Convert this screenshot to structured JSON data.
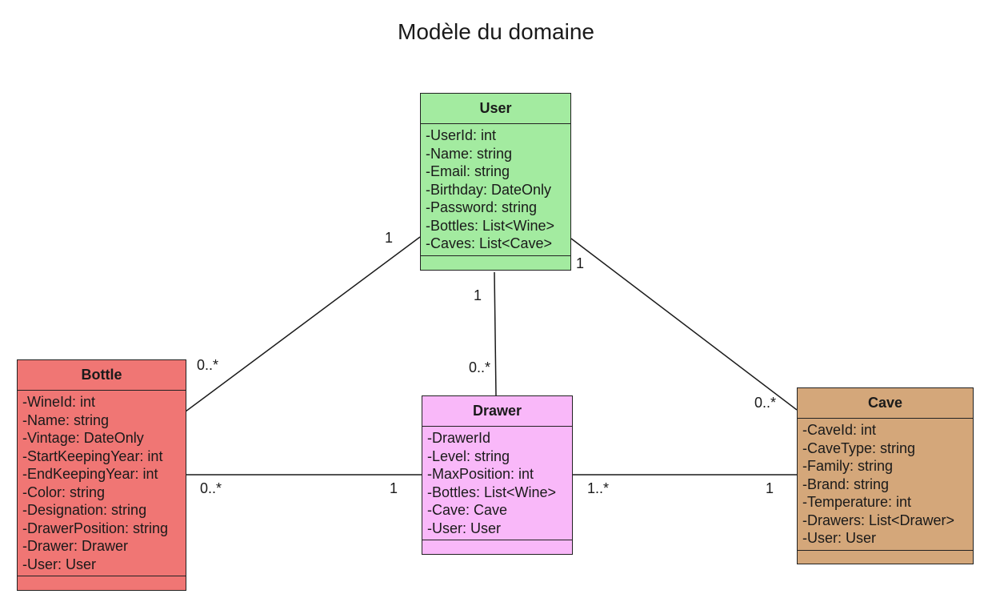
{
  "title": "Modèle du domaine",
  "colors": {
    "user": "#a3eba0",
    "bottle": "#f07674",
    "drawer": "#f9b8f9",
    "cave": "#d4a77a",
    "line": "#1a1a1a"
  },
  "classes": {
    "user": {
      "name": "User",
      "attributes": [
        "-UserId: int",
        "-Name: string",
        "-Email: string",
        "-Birthday: DateOnly",
        "-Password: string",
        "-Bottles: List<Wine>",
        "-Caves: List<Cave>"
      ]
    },
    "bottle": {
      "name": "Bottle",
      "attributes": [
        "-WineId: int",
        "-Name: string",
        "-Vintage: DateOnly",
        "-StartKeepingYear: int",
        "-EndKeepingYear: int",
        "-Color: string",
        "-Designation: string",
        "-DrawerPosition: string",
        "-Drawer: Drawer",
        "-User: User"
      ]
    },
    "drawer": {
      "name": "Drawer",
      "attributes": [
        "-DrawerId",
        "-Level: string",
        "-MaxPosition: int",
        "-Bottles: List<Wine>",
        "-Cave: Cave",
        "-User: User"
      ]
    },
    "cave": {
      "name": "Cave",
      "attributes": [
        "-CaveId: int",
        "-CaveType: string",
        "-Family: string",
        "-Brand: string",
        "-Temperature: int",
        "-Drawers: List<Drawer>",
        "-User: User"
      ]
    }
  },
  "associations": {
    "user_bottle": {
      "source": "1",
      "target": "0..*"
    },
    "user_drawer": {
      "source": "1",
      "target": "0..*"
    },
    "user_cave": {
      "source": "1",
      "target": "0..*"
    },
    "bottle_drawer": {
      "source": "0..*",
      "target": "1"
    },
    "drawer_cave": {
      "source": "1..*",
      "target": "1"
    }
  }
}
